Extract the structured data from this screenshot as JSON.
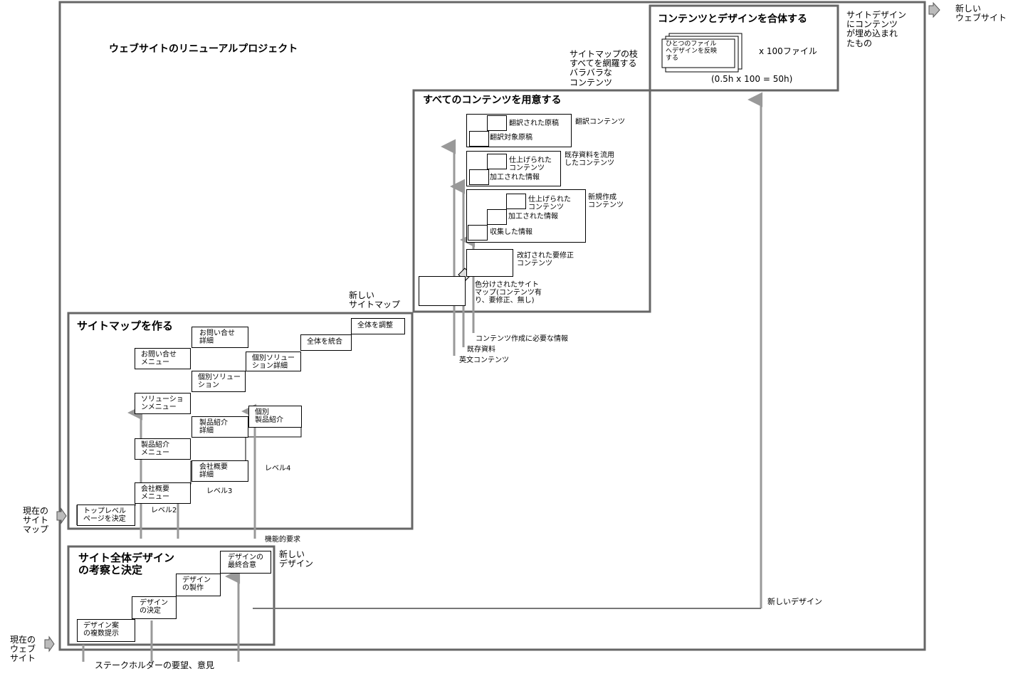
{
  "project_title": "ウェブサイトのリニューアルプロジェクト",
  "inputs": {
    "current_site": "現在の\nウェブ\nサイト",
    "current_sitemap": "現在の\nサイト\nマップ"
  },
  "output": {
    "new_site": "新しい\nウェブサイト"
  },
  "design_section": {
    "title": "サイト全体デザイン\nの考察と決定",
    "steps": [
      "デザイン案\nの複数提示",
      "デザイン\nの決定",
      "デザイン\nの製作",
      "デザインの\n最終合意"
    ],
    "stakeholder_label": "ステークホルダーの要望、意見",
    "new_design_label": "新しい\nデザイン",
    "new_design_line_label": "新しいデザイン",
    "functional_req_label": "機能的要求"
  },
  "sitemap_section": {
    "title": "サイトマップを作る",
    "top": "トップレベル\nページを決定",
    "menus": [
      "会社概要\nメニュー",
      "製品紹介\nメニュー",
      "ソリューショ\nンメニュー",
      "お問い合せ\nメニュー"
    ],
    "details": [
      "会社概要\n詳細",
      "製品紹介\n詳細",
      "個別ソリュー\nション",
      "お問い合せ\n詳細"
    ],
    "level4": [
      "個別\n製品紹介",
      "個別ソリュー\nション詳細"
    ],
    "integrate": "全体を統合",
    "adjust": "全体を調整",
    "level2": "レベル2",
    "level3": "レベル3",
    "level4_label": "レベル4",
    "new_sitemap_label": "新しい\nサイトマップ"
  },
  "content_section": {
    "title": "すべてのコンテンツを用意する",
    "translated_group": {
      "items": [
        "翻訳された原稿",
        "翻訳対象原稿"
      ],
      "label": "翻訳コンテンツ"
    },
    "reuse_group": {
      "items": [
        "仕上げられた\nコンテンツ",
        "加工された情報"
      ],
      "label": "既存資料を流用\nしたコンテンツ"
    },
    "new_group": {
      "items": [
        "仕上げられた\nコンテンツ",
        "加工された情報",
        "収集した情報"
      ],
      "label": "新規作成\nコンテンツ"
    },
    "revised_label": "改訂された要修正\nコンテンツ",
    "colored_sitemap_label": "色分けされたサイト\nマップ(コンテンツ有\nり、要修正、無し)",
    "inputs": [
      "コンテンツ作成に必要な情報",
      "既存資料",
      "英文コンテンツ"
    ],
    "sitemap_branch_label": "サイトマップの枝\nすべてを網羅する\nバラバラな\nコンテンツ"
  },
  "merge_section": {
    "title": "コンテンツとデザインを合体する",
    "file_label": "ひとつのファイル\nへデザインを反映\nする",
    "multiplier": "x 100ファイル",
    "estimate": "(0.5h x 100 = 50h)",
    "output_label": "サイトデザイン\nにコンテンツ\nが埋め込まれ\nたもの"
  }
}
